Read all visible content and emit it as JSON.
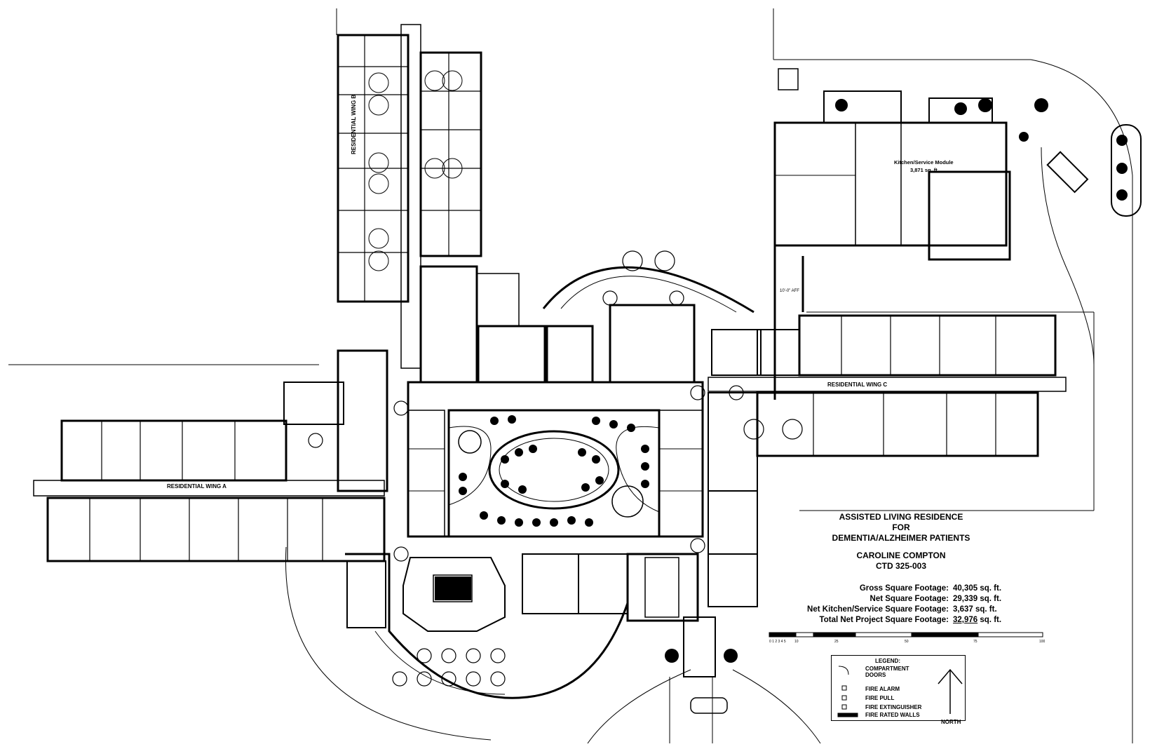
{
  "title_block": {
    "line1": "ASSISTED LIVING RESIDENCE",
    "line2": "FOR",
    "line3": "DEMENTIA/ALZHEIMER PATIENTS",
    "author": "CAROLINE COMPTON",
    "course": "CTD 325-003"
  },
  "stats": [
    {
      "label": "Gross Square Footage:",
      "value": "40,305 sq. ft."
    },
    {
      "label": "Net Square Footage:",
      "value": "29,339 sq. ft."
    },
    {
      "label": "Net Kitchen/Service Square Footage:",
      "value": "3,637 sq. ft."
    },
    {
      "label": "Total Net Project Square Footage:",
      "value_num": "32,976",
      "value_unit": "sq. ft."
    }
  ],
  "wings": {
    "a": "RESIDENTIAL WING A",
    "b": "RESIDENTIAL WING B",
    "c": "RESIDENTIAL WING C"
  },
  "kitchen": {
    "name": "Kitchen/Service Module",
    "area": "3,871 sq. ft."
  },
  "misc": {
    "affix": "10'-0\" AFF"
  },
  "legend": {
    "title": "LEGEND:",
    "items": [
      "COMPARTMENT DOORS",
      "FIRE ALARM",
      "FIRE PULL",
      "FIRE EXTINGUISHER",
      "FIRE RATED WALLS"
    ]
  },
  "north": "NORTH",
  "scale": {
    "ticks": [
      "0 1 2 3 4 5",
      "10",
      "25",
      "50",
      "75",
      "100"
    ]
  }
}
